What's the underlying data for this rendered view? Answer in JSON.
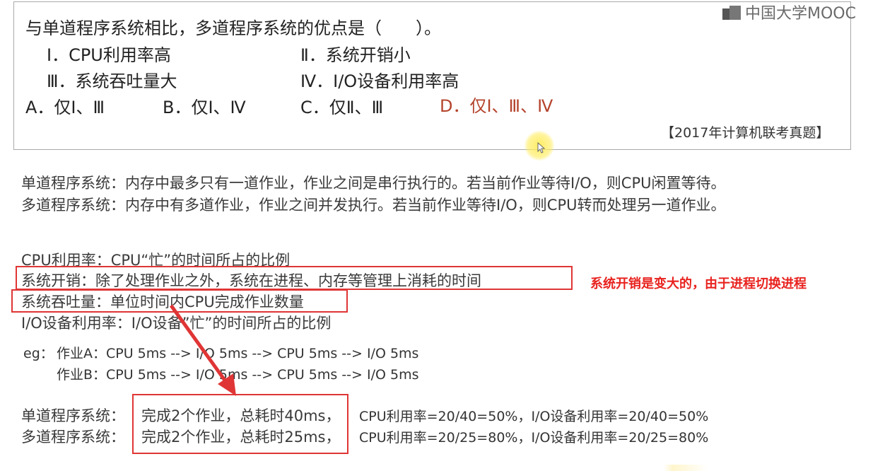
{
  "brand": {
    "logo_text": "中国大学MOOC"
  },
  "question": {
    "stem": "与单道程序系统相比，多道程序系统的优点是（　　）。",
    "items": [
      "Ⅰ．CPU利用率高",
      "Ⅱ．系统开销小",
      "Ⅲ．系统吞吐量大",
      "Ⅳ．I/O设备利用率高"
    ],
    "options": [
      "A．仅Ⅰ、Ⅲ",
      "B．仅Ⅰ、Ⅳ",
      "C．仅Ⅱ、Ⅲ",
      "D．仅Ⅰ、Ⅲ、Ⅳ"
    ],
    "source": "【2017年计算机联考真题】",
    "highlight_color": "#b5442c"
  },
  "explanation": {
    "single": "单道程序系统：内存中最多只有一道作业，作业之间是串行执行的。若当前作业等待I/O，则CPU闲置等待。",
    "multi": "多道程序系统：内存中有多道作业，作业之间并发执行。若当前作业等待I/O，则CPU转而处理另一道作业。"
  },
  "definitions": [
    "CPU利用率：CPU“忙”的时间所占的比例",
    "系统开销：除了处理作业之外，系统在进程、内存等管理上消耗的时间",
    "系统吞吐量：单位时间内CPU完成作业数量",
    "I/O设备利用率：I/O设备”忙”的时间所占的比例"
  ],
  "annotation": {
    "text": "系统开销是变大的，由于进程切换进程",
    "color": "#e8231f"
  },
  "example": {
    "label": "eg：",
    "job_a": "作业A：CPU 5ms --> I/O 5ms --> CPU 5ms --> I/O 5ms",
    "job_b": "作业B：CPU 5ms --> I/O 5ms --> CPU 5ms --> I/O 5ms"
  },
  "results": [
    {
      "system": "单道程序系统：",
      "summary": "完成2个作业，总耗时40ms，",
      "metrics": "CPU利用率=20/40=50%，I/O设备利用率=20/40=50%"
    },
    {
      "system": "多道程序系统：",
      "summary": "完成2个作业，总耗时25ms，",
      "metrics": "CPU利用率=20/25=80%，I/O设备利用率=20/25=80%"
    }
  ]
}
